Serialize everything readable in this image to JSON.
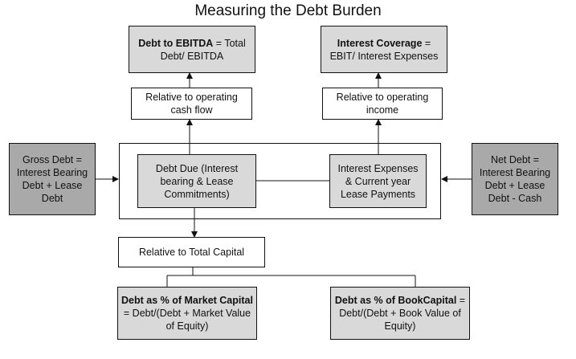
{
  "title": "Measuring the Debt Burden",
  "debt_to_ebitda": {
    "bold": "Debt to EBITDA",
    "rest": " = Total Debt/ EBITDA"
  },
  "interest_coverage": {
    "bold": "Interest Coverage",
    "rest": " = EBIT/ Interest Expenses"
  },
  "rel_cash_flow": "Relative to operating cash flow",
  "rel_income": "Relative to operating income",
  "gross_debt": "Gross Debt = Interest Bearing Debt + Lease Debt",
  "net_debt": "Net Debt = Interest Bearing Debt + Lease Debt - Cash",
  "debt_due": "Debt Due (Interest bearing & Lease Commitments)",
  "interest_expenses": "Interest Expenses & Current year Lease Payments",
  "rel_total_capital": "Relative to Total Capital",
  "debt_market": {
    "bold": "Debt as % of Market Capital",
    "rest": " = Debt/(Debt + Market Value of Equity)"
  },
  "debt_book": {
    "bold": "Debt as % of BookCapital",
    "rest": "  = Debt/(Debt + Book Value of Equity)"
  }
}
